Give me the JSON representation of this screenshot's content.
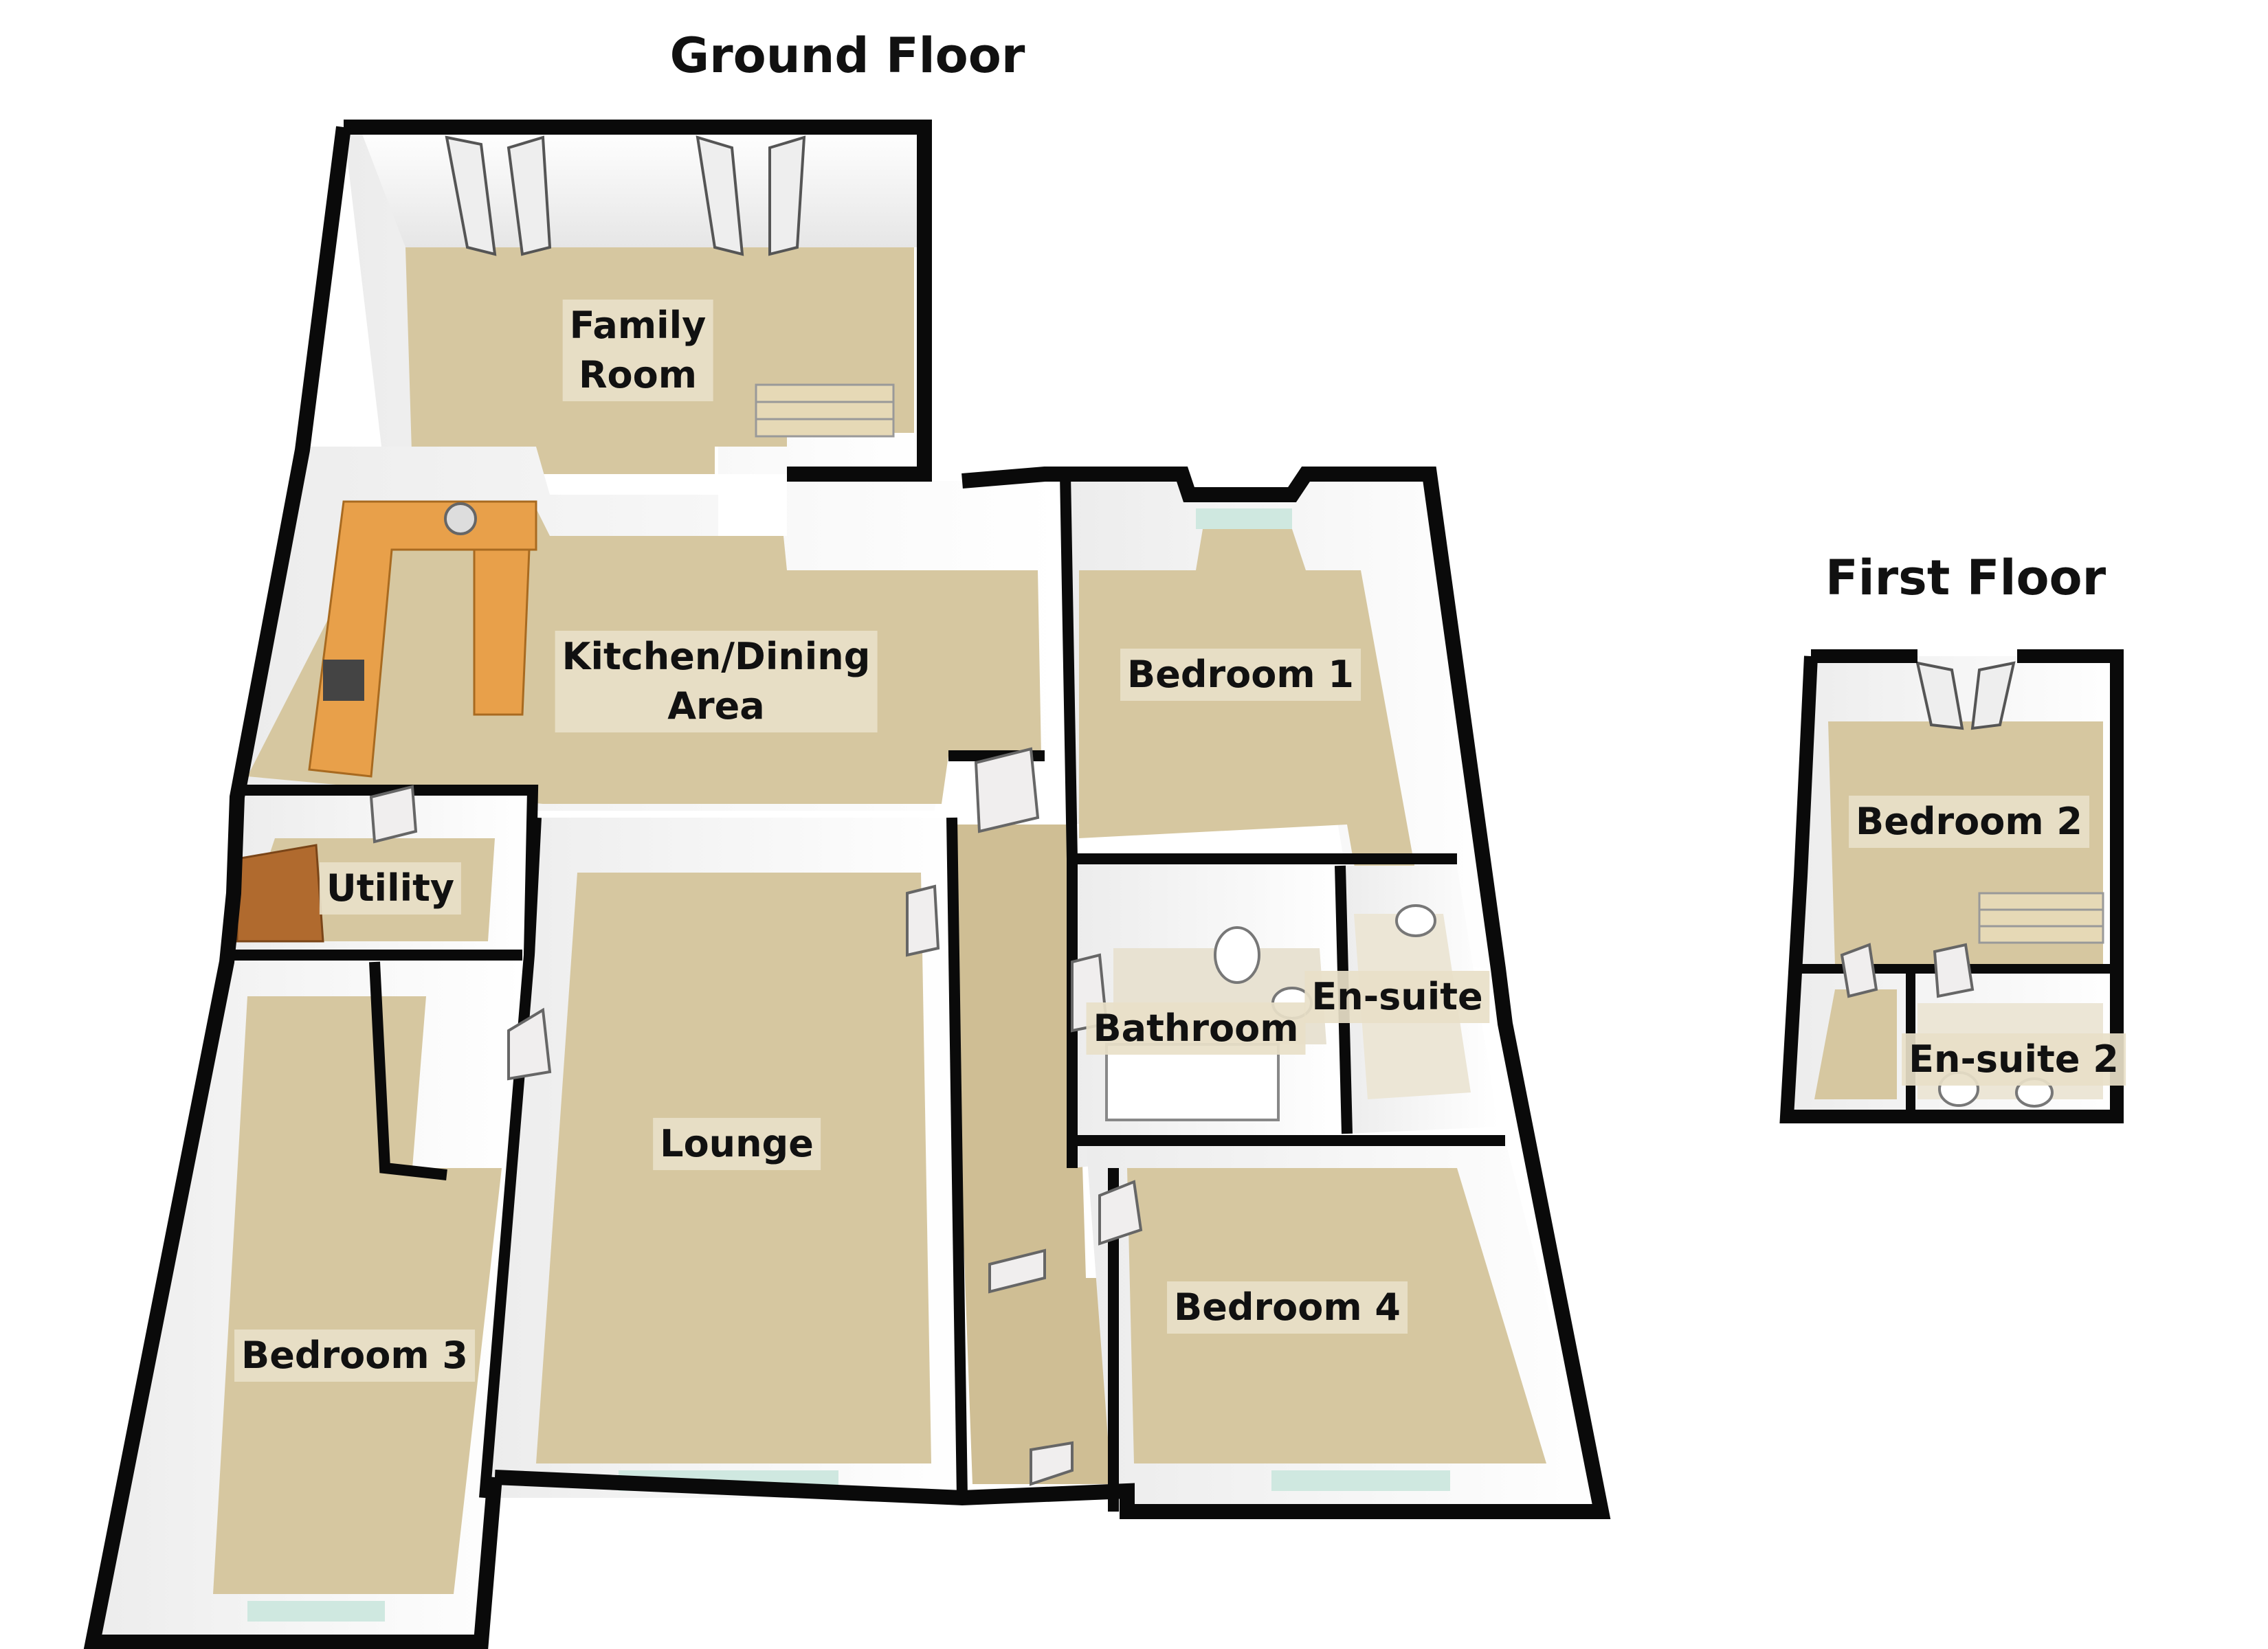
{
  "floors": {
    "ground": {
      "title": "Ground Floor",
      "rooms": {
        "family_room": [
          "Family",
          "Room"
        ],
        "kitchen_dining": [
          "Kitchen/Dining",
          "Area"
        ],
        "bedroom_1": "Bedroom 1",
        "utility": "Utility",
        "lounge": "Lounge",
        "bathroom": "Bathroom",
        "en_suite": "En-suite",
        "bedroom_3": "Bedroom 3",
        "bedroom_4": "Bedroom 4"
      }
    },
    "first": {
      "title": "First Floor",
      "rooms": {
        "bedroom_2": "Bedroom 2",
        "en_suite_2": "En-suite 2"
      }
    }
  },
  "colors": {
    "floor": "#d6c7a0",
    "wall_top": "#0a0a0a",
    "wall_face": "#f4f4f4",
    "counter": "#e8a04a",
    "window": "#cfe8e0"
  }
}
